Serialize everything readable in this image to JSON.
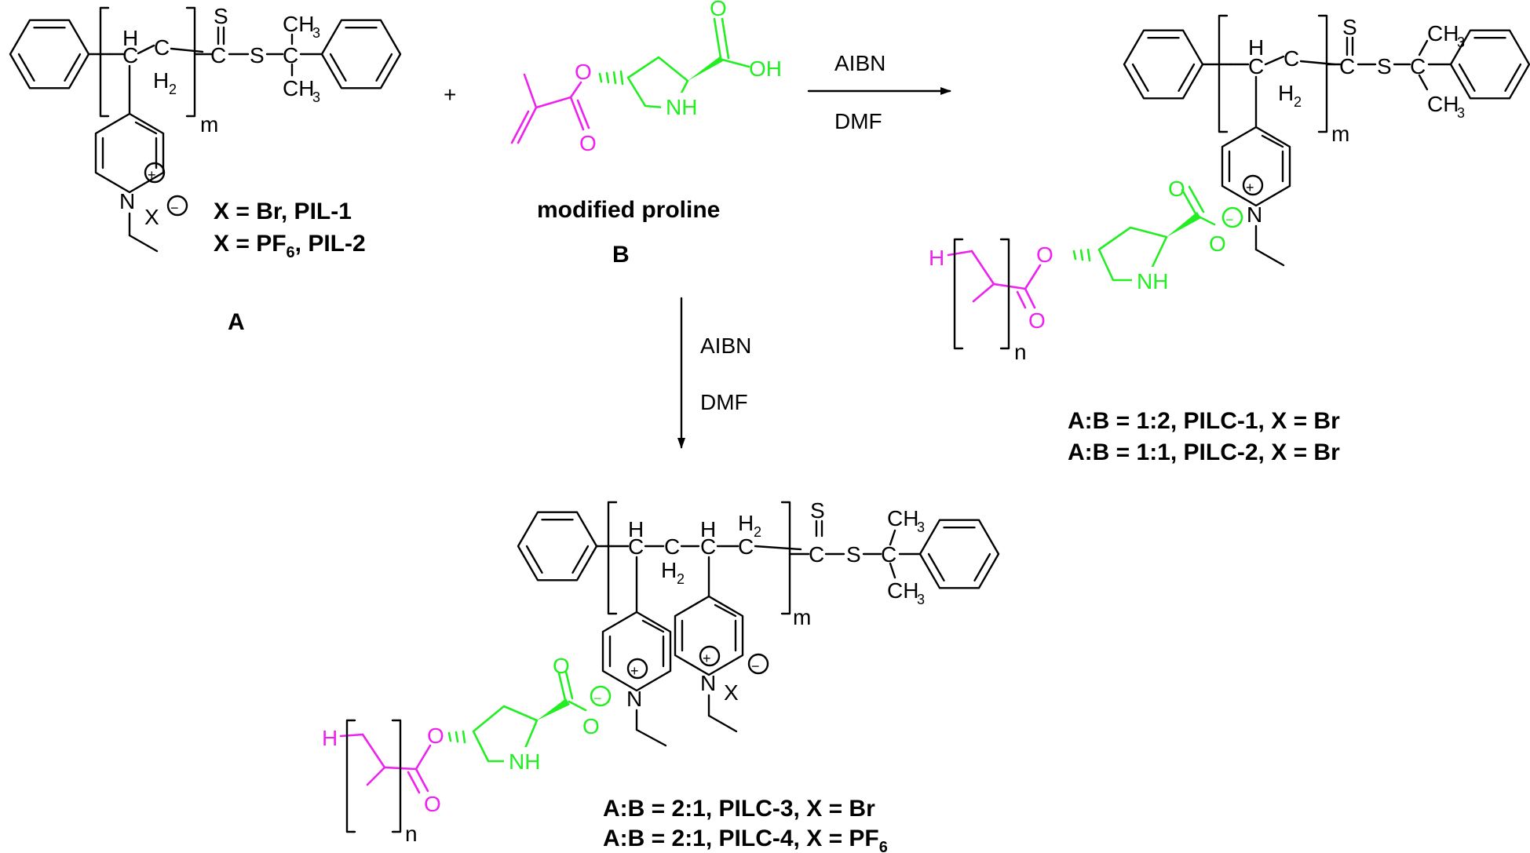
{
  "colors": {
    "bond": "#000000",
    "proline_ring": "#22ee22",
    "methacrylate": "#ee22ee"
  },
  "reagents": {
    "plus": "+",
    "catalyst_top": "AIBN",
    "solvent_top": "DMF",
    "catalyst_down": "AIBN",
    "solvent_down": "DMF"
  },
  "compound_a": {
    "id": "A",
    "line1": "X = Br, PIL-1",
    "line2": "X = PF",
    "line2_sub": "6",
    "line2_tail": ", PIL-2",
    "repeat": "m"
  },
  "compound_b": {
    "name": "modified proline",
    "id": "B"
  },
  "product_1": {
    "line1": "A:B = 1:2, PILC-1, X = Br",
    "line2": "A:B = 1:1, PILC-2, X = Br",
    "repeat_m": "m",
    "repeat_n": "n"
  },
  "product_2": {
    "line1": "A:B = 2:1, PILC-3, X = Br",
    "line2": "A:B = 2:1, PILC-4, X = PF",
    "line2_sub": "6",
    "repeat_m": "m",
    "repeat_n": "n"
  },
  "atoms": {
    "h": "H",
    "c": "C",
    "s": "S",
    "n": "N",
    "o": "O",
    "x": "X",
    "oh": "OH",
    "nh": "NH",
    "ch3": "CH",
    "sub2": "2",
    "sub3": "3",
    "plus_charge": "+",
    "minus_charge": "−"
  }
}
